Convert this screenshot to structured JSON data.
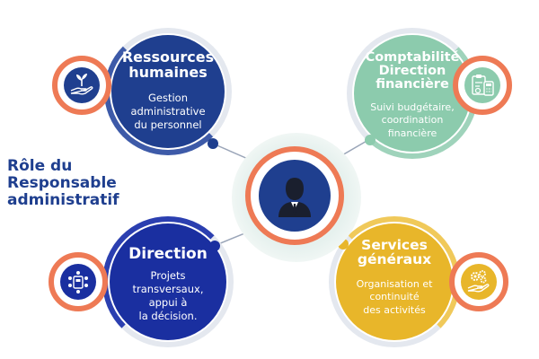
{
  "side_title": {
    "line1": "Rôle du",
    "line2": "Responsable",
    "line3": "administratif"
  },
  "nodes": {
    "rh": {
      "title1": "Ressources",
      "title2": "humaines",
      "desc1": "Gestion",
      "desc2": "administrative",
      "desc3": "du personnel",
      "color": "#1f3f8f",
      "icon": "hand-with-plant-icon"
    },
    "compta": {
      "title1": "Comptabilité",
      "title2": "Direction",
      "title3": "financière",
      "desc1": "Suivi budgétaire,",
      "desc2": "coordination",
      "desc3": "financière",
      "color": "#8ccbad",
      "icon": "clipboard-calculator-icon"
    },
    "direction": {
      "title1": "Direction",
      "desc1": "Projets",
      "desc2": "transversaux,",
      "desc3": "appui à",
      "desc4": "la décision.",
      "color": "#1a2fa0",
      "icon": "meeting-table-icon"
    },
    "services": {
      "title1": "Services",
      "title2": "généraux",
      "desc1": "Organisation et",
      "desc2": "continuité",
      "desc3": "des activités",
      "color": "#e8b62a",
      "icon": "hand-with-gears-icon"
    }
  },
  "center": {
    "icon": "businessman-icon",
    "color": "#1f3f8f",
    "accent": "#ee7a55"
  }
}
